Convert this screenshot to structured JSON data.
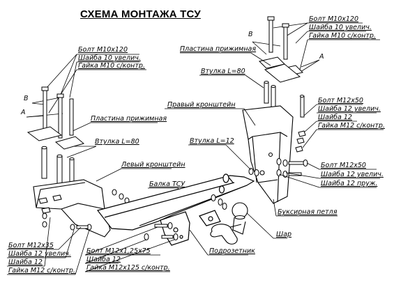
{
  "title": "СХЕМА МОНТАЖА ТСУ",
  "labels": {
    "bolt_m10_left": "Болт М10х120",
    "washer10_left": "Шайба 10 увелич.",
    "nut_m10_left": "Гайка М10 с/контр.",
    "bolt_m10_right": "Болт М10х120",
    "washer10_right": "Шайба 10 увелич.",
    "nut_m10_right": "Гайка М10 с/контр.",
    "plate_left": "Пластина прижимная",
    "plate_right": "Пластина прижимная",
    "bushing80_left": "Втулка L=80",
    "bushing80_right": "Втулка L=80",
    "bushing12": "Втулка L=12",
    "right_bracket": "Правый кронштейн",
    "left_bracket": "Левый кронштейн",
    "beam": "Балка ТСУ",
    "tow_eye": "Буксирная петля",
    "ball": "Шар",
    "socket_holder": "Подрозетник",
    "letter_a_left": "А",
    "letter_b_left": "В",
    "letter_a_right": "А",
    "letter_b_right": "В",
    "bolt_m12x50_top": "Болт М12х50",
    "washer12_big_top": "Шайба 12 увелич.",
    "washer12_top": "Шайба 12",
    "nut_m12_top": "Гайка М12 с/контр.",
    "bolt_m12x50_mid": "Болт М12х50",
    "washer12_big_mid": "Шайба 12 увелич.",
    "washer12_spring_mid": "Шайба 12 пруж.",
    "bolt_m12x35": "Болт М12х35",
    "washer12_big_bl": "Шайба 12 увелич.",
    "washer12_bl": "Шайба 12",
    "nut_m12_bl": "Гайка М12 с/контр.",
    "bolt_m12x125": "Болт М12х1,25х75",
    "washer12_bm": "Шайба 12",
    "nut_m12x125": "Гайка М12х125 с/контр."
  }
}
